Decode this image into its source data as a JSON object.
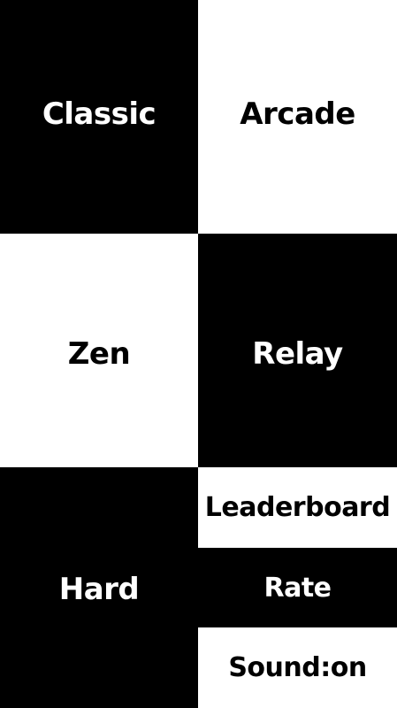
{
  "modes": {
    "classic": "Classic",
    "arcade": "Arcade",
    "zen": "Zen",
    "relay": "Relay",
    "hard": "Hard"
  },
  "menu": {
    "leaderboard": "Leaderboard",
    "rate": "Rate",
    "sound": "Sound:on"
  },
  "colors": {
    "black_tile": "#000000",
    "white_tile": "#ffffff"
  }
}
